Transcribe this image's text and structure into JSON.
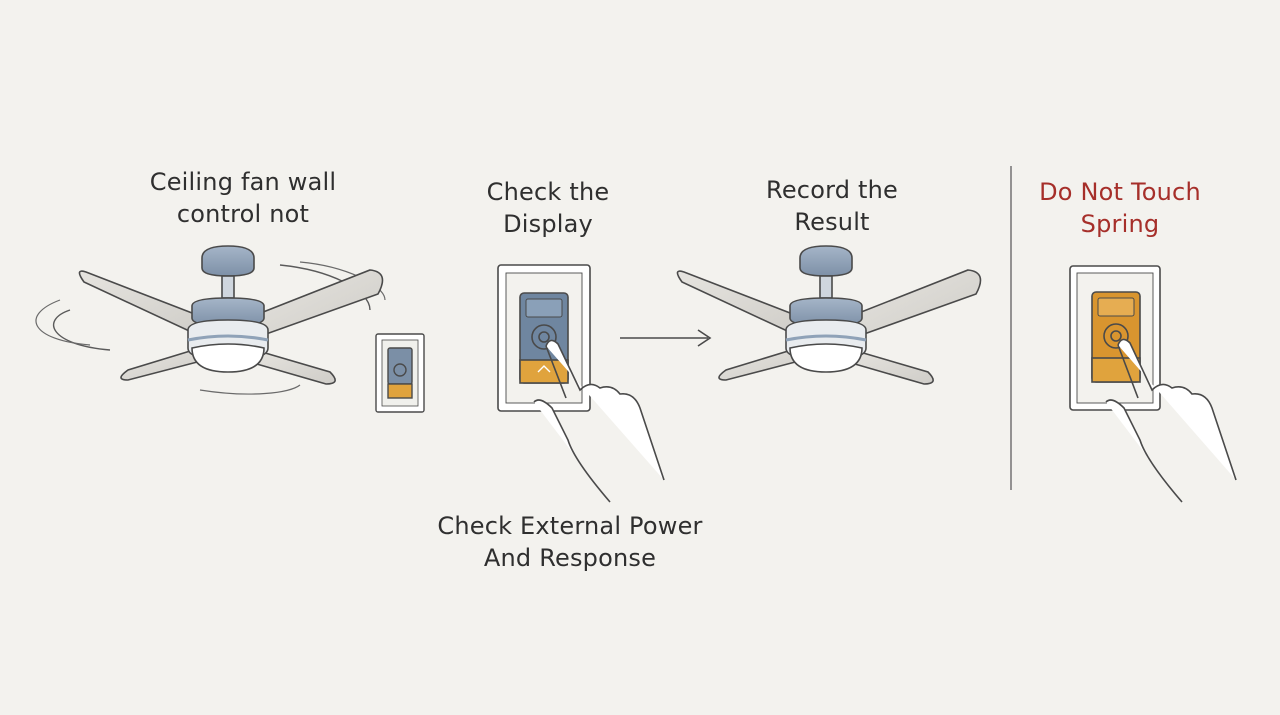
{
  "steps": [
    {
      "label": "Ceiling fan wall\ncontrol not",
      "icon": "ceiling-fan-spinning-icon",
      "panel_color": "#7b8fa6"
    },
    {
      "label": "Check the\nDisplay",
      "icon": "wall-control-finger-press-icon",
      "panel_color": "#6f86a0"
    },
    {
      "label": "Record the\nResult",
      "icon": "ceiling-fan-icon",
      "panel_color": "#7b8fa6"
    },
    {
      "label": "Do Not Touch\nSpring",
      "icon": "wall-control-finger-press-warning-icon",
      "panel_color": "#d9952f",
      "accent_color": "#a62f2a"
    }
  ],
  "bottom_label": "Check External Power\nAnd Response",
  "colors": {
    "background": "#f3f2ee",
    "line": "#4a4a4a",
    "fan_blade": "#dcdad5",
    "fan_metal": "#8fa2b8",
    "orange": "#e0a33d",
    "warning_text": "#a62f2a"
  }
}
